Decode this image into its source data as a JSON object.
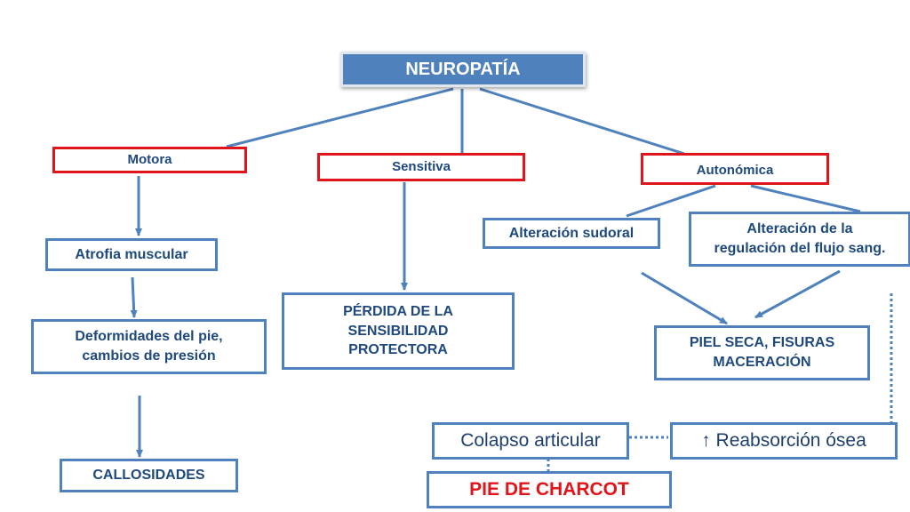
{
  "title": "NEUROPATÍA",
  "categories": {
    "motora": "Motora",
    "sensitiva": "Sensitiva",
    "autonomica": "Autonómica"
  },
  "motora_chain": {
    "atrofia": "Atrofia muscular",
    "deformidades_line1": "Deformidades del pie,",
    "deformidades_line2": "cambios de presión",
    "callosidades": "CALLOSIDADES"
  },
  "sensitiva_chain": {
    "perdida_line1": "PÉRDIDA  DE LA",
    "perdida_line2": "SENSIBILIDAD",
    "perdida_line3": "PROTECTORA"
  },
  "autonomica_chain": {
    "sudoral": "Alteración sudoral",
    "flujo_line1": "Alteración de la",
    "flujo_line2": "regulación del flujo sang.",
    "piel_line1": "PIEL SECA, FISURAS",
    "piel_line2": "MACERACIÓN"
  },
  "outcomes": {
    "colapso": "Colapso articular",
    "reabsorcion": "↑ Reabsorción ósea",
    "charcot": "PIE DE CHARCOT"
  },
  "colors": {
    "primary": "#4f81bd",
    "text": "#1f497d",
    "category_border": "#e0151b"
  }
}
